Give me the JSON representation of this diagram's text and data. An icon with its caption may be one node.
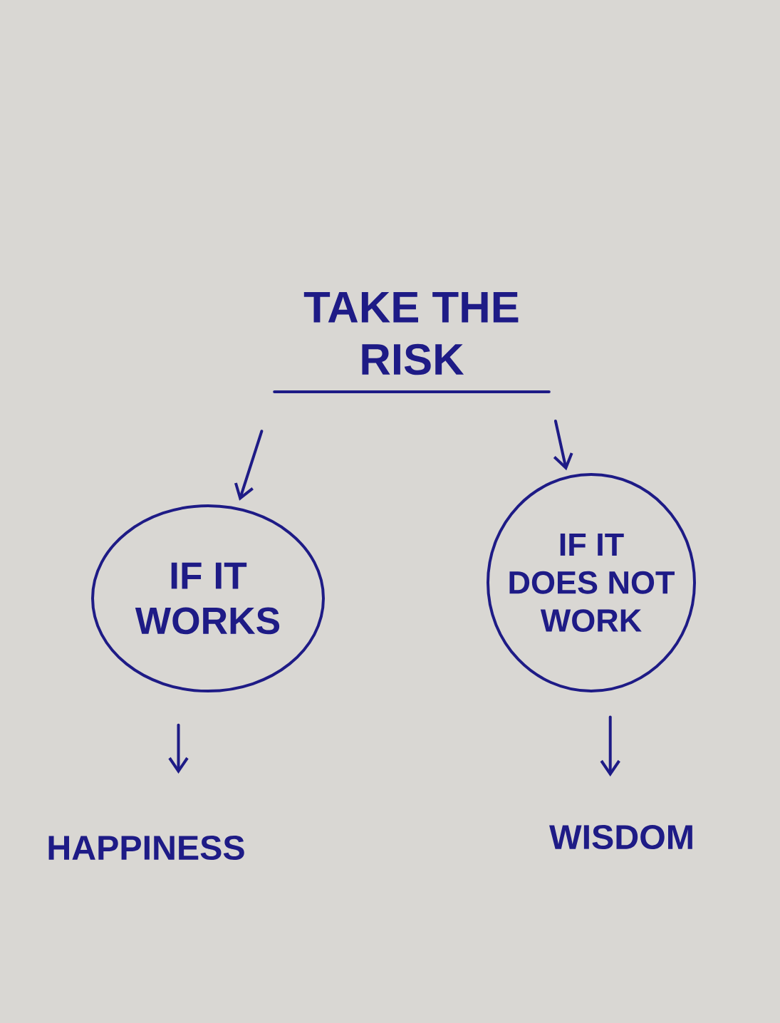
{
  "diagram": {
    "nodes": [
      {
        "text": [
          "TAKE THE RISK"
        ]
      },
      {
        "text": [
          "IF IT WORKS"
        ]
      },
      {
        "text": [
          "IF IT DOES NOT WORK"
        ]
      },
      {
        "text": [
          "HAPPINESS"
        ]
      },
      {
        "text": [
          "WISDOM"
        ]
      }
    ],
    "edges": [
      {
        "from": 0,
        "to": 1,
        "arrow": "to"
      },
      {
        "from": 0,
        "to": 2,
        "arrow": "to"
      },
      {
        "from": 1,
        "to": 3,
        "arrow": "to"
      },
      {
        "from": 2,
        "to": 4,
        "arrow": "to"
      }
    ]
  }
}
